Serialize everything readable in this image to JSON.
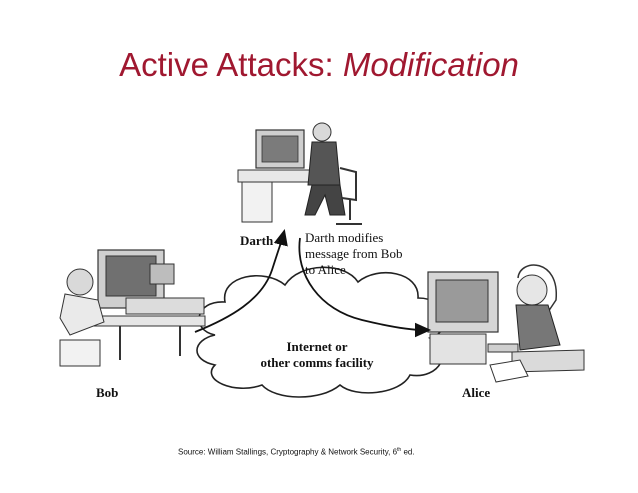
{
  "title": {
    "prefix": "Active Attacks: ",
    "emphasis": "Modification"
  },
  "nodes": {
    "darth": "Darth",
    "bob": "Bob",
    "alice": "Alice",
    "cloud_line1": "Internet or",
    "cloud_line2": "other comms facility"
  },
  "annotation": {
    "line1": "Darth modifies",
    "line2": "message from Bob",
    "line3": "to Alice"
  },
  "caption": {
    "text": "Source: William Stallings, Cryptography & Network Security, 6",
    "sup": "th",
    "suffix": " ed."
  }
}
